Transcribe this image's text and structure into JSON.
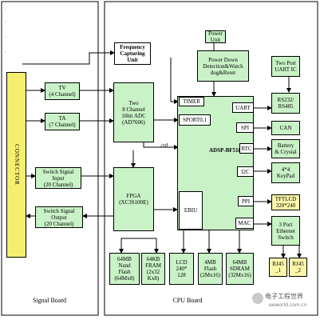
{
  "labels": {
    "connector": "CONNECTOR",
    "signal_board": "Signal Board",
    "cpu_board": "CPU Board",
    "ctrl": "ctrl"
  },
  "blocks": {
    "tv": "TV\n(4 Channel)",
    "ta": "TA\n(7 Channel)",
    "switch_input": "Switch Signal\nInput\n(20 Channel)",
    "switch_output": "Switch Signal\nOutput\n(20 Channel)",
    "freq": "Frequency\nCapturing\nUnit",
    "adc": "Two\n8 Channel\n16bit ADC\n(AD7606)",
    "fpga": "FPGA\n(XC3S100E)",
    "power_unit": "Power\nUnit",
    "power_down": "Power Down\nDetection&Watch\ndog&Reset",
    "uart_ic": "Two Port\nUART IC",
    "rs232": "RS232/\nRS485",
    "can": "CAN",
    "battery": "Battery\n& Crystal",
    "keypad": "4*4\nKeyPad",
    "tft": "TFTLCD\n320*240",
    "ethernet": "3 Port\nEthernet\nSwitch",
    "rj45_1": "RJ45\n_1",
    "rj45_2": "RJ45\n_2",
    "nand": "64MB\nNand\nFlash\n(64Mx8)",
    "fram": "64KB\nFRAM\n(2x32\nKx8)",
    "lcd": "LCD\n240*\n128",
    "nor": "4MB\nFlash\n(2Mx16)",
    "sdram": "64MB\nSDRAM\n(32Mx16)"
  },
  "cpu": {
    "name": "ADSP-BF518",
    "timer": "TIMER",
    "sport": "SPORT0,1",
    "ebiu": "EBIU",
    "uart": "UART",
    "spi": "SPI",
    "rtc": "RTC",
    "i2c": "I2C",
    "ppi": "PPI",
    "mac": "MAC"
  },
  "watermark": {
    "brand": "电子工程世界",
    "url": "eeworld.com.cn"
  },
  "colors": {
    "block_green": "#c9f2c7",
    "block_yellow": "#fbf6a9",
    "connector_yellow": "#f6ee6e"
  }
}
